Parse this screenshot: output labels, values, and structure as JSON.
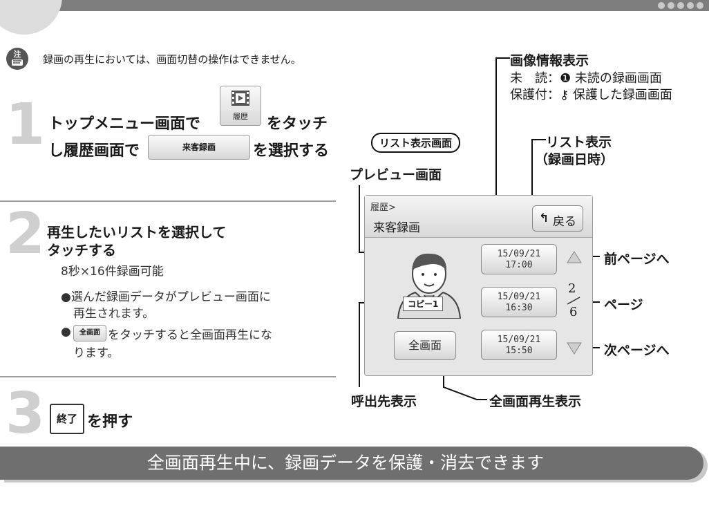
{
  "note": {
    "icon_char": "注",
    "text": "録画の再生においては、画面切替の操作はできません。"
  },
  "step1": {
    "number": "1",
    "line1_a": "トップメニュー画面で",
    "button_rireki": "履歴",
    "line1_b": "をタッチ",
    "line2_a": "し履歴画面で",
    "button_raikyaku": "来客録画",
    "line2_b": "を選択する"
  },
  "step2": {
    "number": "2",
    "title_line1": "再生したいリストを選択して",
    "title_line2": "タッチする",
    "capacity": "8秒×16件録画可能",
    "bullet1_line1": "●選んだ録画データがプレビュー画面に",
    "bullet1_line2": "再生されます。",
    "bullet2_marker": "●",
    "bullet2_button": "全画面",
    "bullet2_after": "をタッチすると全画面再生にな",
    "bullet2_line2": "ります。"
  },
  "step3": {
    "number": "3",
    "key_label": "終了",
    "text": "を押す"
  },
  "diagram": {
    "list_screen_tag": "リスト表示画面",
    "preview_label": "プレビュー画面",
    "image_info_title": "画像情報表示",
    "unread_line": "未　読：❶ 未読の録画画面",
    "protected_line": "保護付：⚷ 保護した録画画面",
    "list_display_line1": "リスト表示",
    "list_display_line2": "（録画日時）",
    "screen": {
      "breadcrumb": "履歴>",
      "title": "来客録画",
      "back_button": "戻る",
      "back_icon": "return-arrow-icon",
      "entries": [
        {
          "date": "15/09/21",
          "time": "17:00"
        },
        {
          "date": "15/09/21",
          "time": "16:30"
        },
        {
          "date": "15/09/21",
          "time": "15:50"
        }
      ],
      "page_current": "2",
      "page_total": "6",
      "fullscreen_button": "全画面",
      "caller_label": "コピー1"
    },
    "prev_page_label": "前ページへ",
    "page_label": "ページ",
    "next_page_label": "次ページへ",
    "caller_display_label": "呼出先表示",
    "fullscreen_display_label": "全画面再生表示"
  },
  "bottom_banner": "全画面再生中に、録画データを保護・消去できます"
}
